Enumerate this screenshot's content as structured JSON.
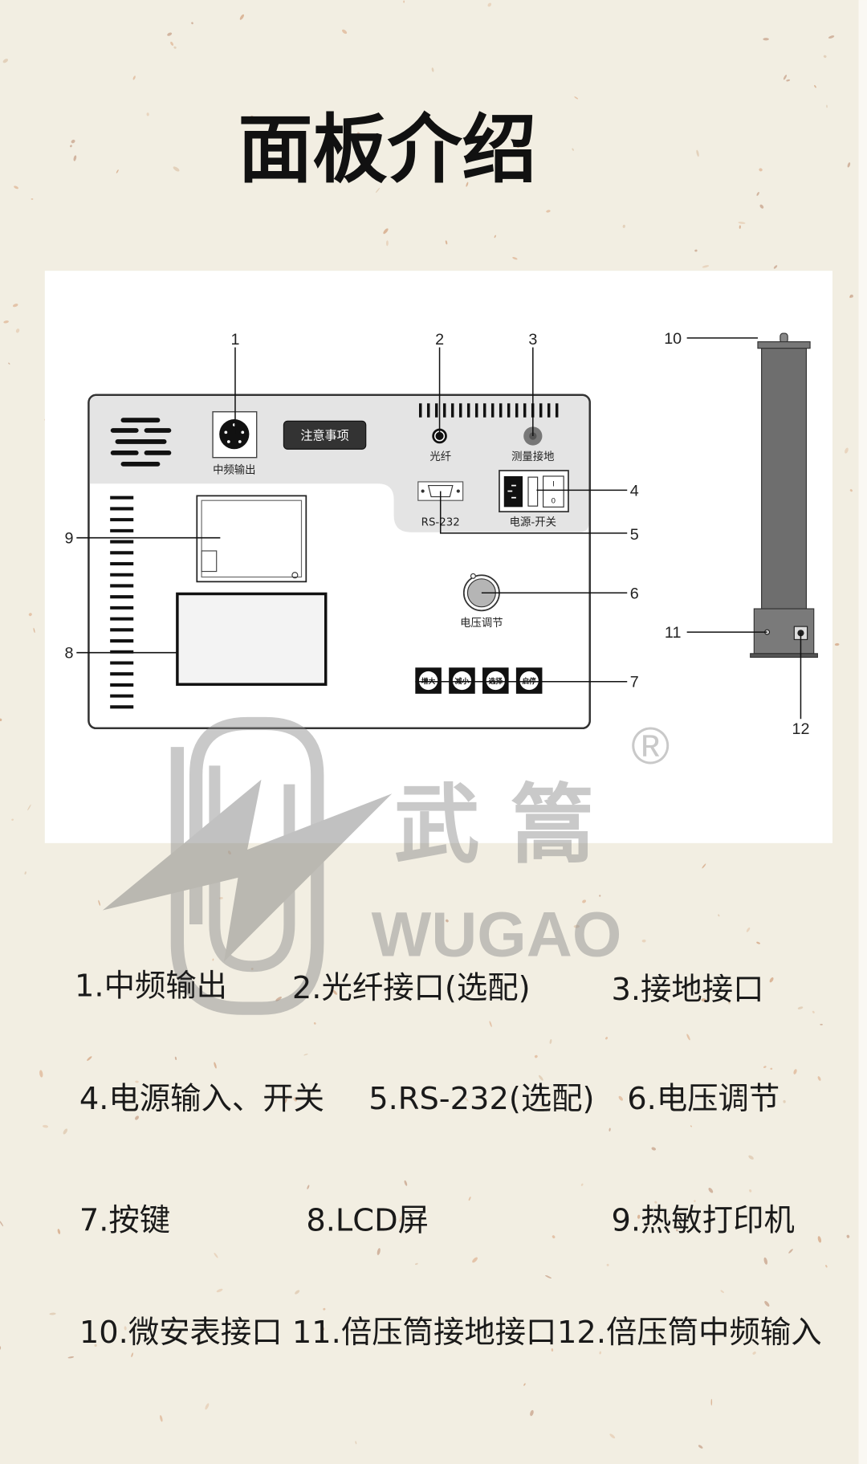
{
  "title": "面板介绍",
  "panel": {
    "mid_freq_output": "中频输出",
    "notice_button": "注意事项",
    "fiber": "光纤",
    "ground": "测量接地",
    "rs232": "RS-232",
    "power_switch": "电源-开关",
    "voltage_adjust": "电压调节",
    "switch_on": "I",
    "switch_off": "0",
    "keys": [
      "增大",
      "减小",
      "选择",
      "启停"
    ]
  },
  "callouts": [
    "1",
    "2",
    "3",
    "4",
    "5",
    "6",
    "7",
    "8",
    "9",
    "10",
    "11",
    "12"
  ],
  "watermark": {
    "brand_cn": "武 篙",
    "brand_en": "WUGAO",
    "registered": "®"
  },
  "legend": [
    "1.中频输出",
    "2.光纤接口(选配)",
    "3.接地接口",
    "4.电源输入、开关",
    "5.RS-232(选配)",
    "6.电压调节",
    "7.按键",
    "8.LCD屏",
    "9.热敏打印机",
    "10.微安表接口",
    "11.倍压筒接地接口",
    "12.倍压筒中频输入"
  ],
  "colors": {
    "background": "#f2eee2",
    "panel_gray": "#e4e4e4",
    "dark": "#333333"
  }
}
